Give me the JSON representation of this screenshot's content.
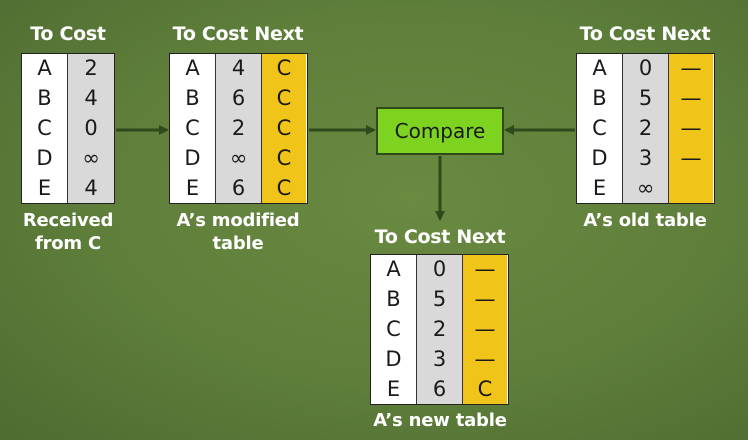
{
  "received": {
    "header": "To Cost",
    "caption": [
      "Received",
      "from C"
    ],
    "rows": [
      {
        "dest": "A",
        "cost": "2"
      },
      {
        "dest": "B",
        "cost": "4"
      },
      {
        "dest": "C",
        "cost": "0"
      },
      {
        "dest": "D",
        "cost": "∞"
      },
      {
        "dest": "E",
        "cost": "4"
      }
    ]
  },
  "modified": {
    "header": "To Cost Next",
    "caption": [
      "A’s modified",
      "table"
    ],
    "rows": [
      {
        "dest": "A",
        "cost": "4",
        "next": "C"
      },
      {
        "dest": "B",
        "cost": "6",
        "next": "C"
      },
      {
        "dest": "C",
        "cost": "2",
        "next": "C"
      },
      {
        "dest": "D",
        "cost": "∞",
        "next": "C"
      },
      {
        "dest": "E",
        "cost": "6",
        "next": "C"
      }
    ]
  },
  "old": {
    "header": "To Cost Next",
    "caption": [
      "A’s old table"
    ],
    "rows": [
      {
        "dest": "A",
        "cost": "0",
        "next": "—"
      },
      {
        "dest": "B",
        "cost": "5",
        "next": "—"
      },
      {
        "dest": "C",
        "cost": "2",
        "next": "—"
      },
      {
        "dest": "D",
        "cost": "3",
        "next": "—"
      },
      {
        "dest": "E",
        "cost": "∞",
        "next": ""
      }
    ]
  },
  "new": {
    "header": "To Cost Next",
    "caption": [
      "A’s new table"
    ],
    "rows": [
      {
        "dest": "A",
        "cost": "0",
        "next": "—"
      },
      {
        "dest": "B",
        "cost": "5",
        "next": "—"
      },
      {
        "dest": "C",
        "cost": "2",
        "next": "—"
      },
      {
        "dest": "D",
        "cost": "3",
        "next": "—"
      },
      {
        "dest": "E",
        "cost": "6",
        "next": "C"
      }
    ]
  },
  "compare_label": "Compare",
  "colors": {
    "background": "#5e7e3a",
    "next_column": "#f0c419",
    "cost_column": "#d9d9d9",
    "compare_box": "#7ed321",
    "arrow": "#2f4a1a"
  }
}
